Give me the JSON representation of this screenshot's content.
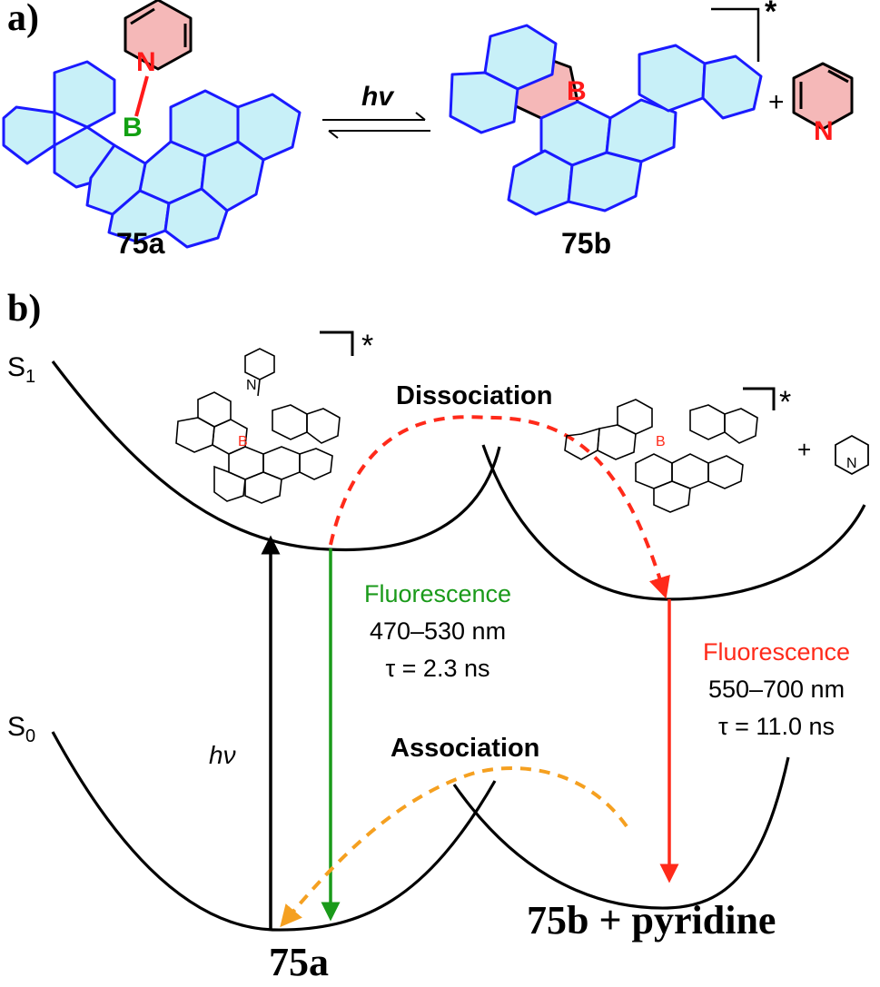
{
  "panel_a": {
    "label": "a)",
    "compound_left": "75a",
    "compound_right": "75b",
    "arrow_label": "hv",
    "plus": "+",
    "excited_mark": "*",
    "atom_B": "B",
    "atom_N": "N",
    "colors": {
      "ring_blue": "#1a1aff",
      "ring_fill": "#c8f0f8",
      "boron_green": "#12a012",
      "boron_red": "#ff1a1a",
      "nitrogen_red": "#ff1a1a",
      "pink_fill": "#f5b8b8"
    }
  },
  "panel_b": {
    "label": "b)",
    "s1_label": "S",
    "s1_sub": "1",
    "s0_label": "S",
    "s0_sub": "0",
    "dissociation": "Dissociation",
    "association": "Association",
    "excitation_label": "hν",
    "fluor_left": {
      "title": "Fluorescence",
      "range": "470–530 nm",
      "lifetime": "τ = 2.3 ns",
      "color": "#1a9a1a"
    },
    "fluor_right": {
      "title": "Fluorescence",
      "range": "550–700 nm",
      "lifetime": "τ = 11.0 ns",
      "color": "#ff2a1a"
    },
    "left_minimum_label": "75a",
    "right_minimum_label": "75b + pyridine",
    "plus": "+",
    "excited_mark": "*",
    "colors": {
      "dissociation_arrow": "#ff2a1a",
      "association_arrow": "#f5a020",
      "excitation_arrow": "#000000"
    }
  }
}
